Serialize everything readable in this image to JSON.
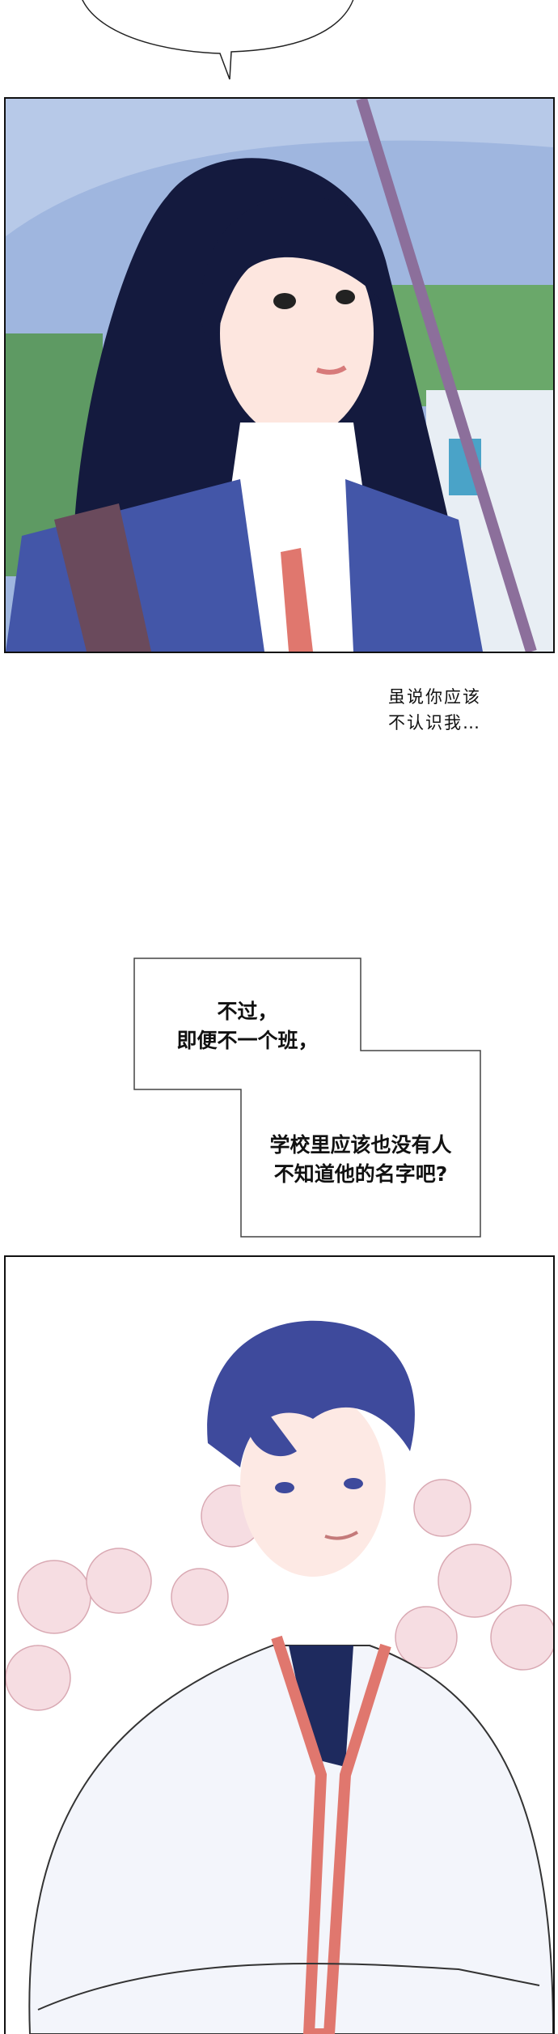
{
  "narration": {
    "inner_thought_lines": [
      "虽说你应该",
      "不认识我…"
    ],
    "box_top_lines": [
      "不过，",
      "即便不一个班，"
    ],
    "box_bottom_lines": [
      "学校里应该也没有人",
      "不知道他的名字吧?"
    ]
  },
  "colors": {
    "sky": "#9fb6df",
    "hair_girl": "#141a3e",
    "hair_boy": "#3e4a9c",
    "tie": "#e0776e",
    "blazer": "#4356a8",
    "blossom": "#f6dde2"
  }
}
